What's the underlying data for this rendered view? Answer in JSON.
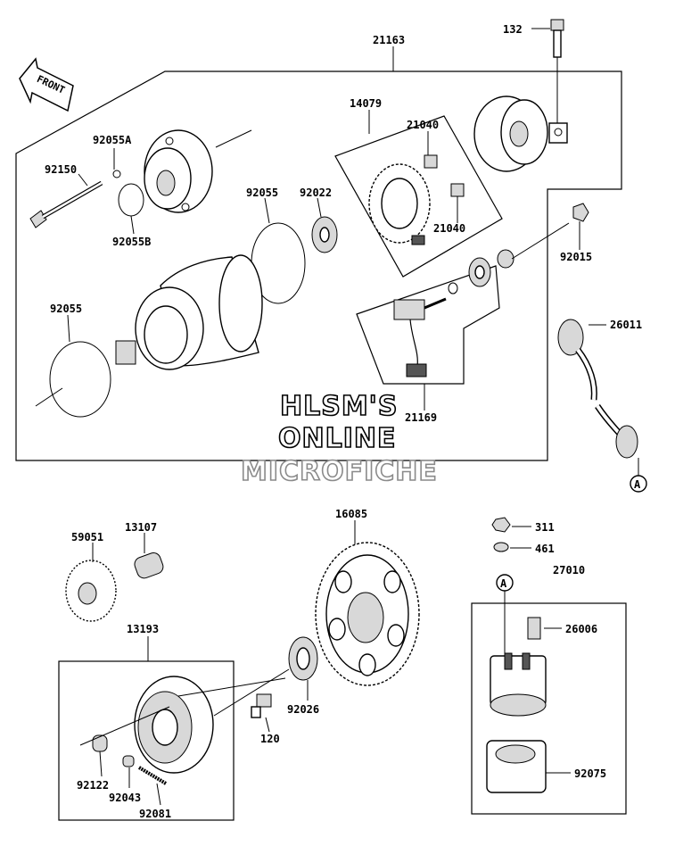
{
  "front_marker": {
    "text": "FRONT",
    "icon": "front-arrow-icon"
  },
  "watermark": {
    "line1": "HLSM'S",
    "line2": "ONLINE",
    "line3": "MICROFICHE"
  },
  "callout_refs": {
    "connector_a_1": "A",
    "connector_a_2": "A"
  },
  "parts": {
    "p132": "132",
    "p21163": "21163",
    "p14079": "14079",
    "p21040_top": "21040",
    "p21040_bottom": "21040",
    "p92055a": "92055A",
    "p92150": "92150",
    "p92055b": "92055B",
    "p92055_mid": "92055",
    "p92022": "92022",
    "p92015": "92015",
    "p92055_left": "92055",
    "p26011": "26011",
    "p21169": "21169",
    "p59051": "59051",
    "p13107": "13107",
    "p16085": "16085",
    "p311": "311",
    "p461": "461",
    "p27010": "27010",
    "p13193": "13193",
    "p26006": "26006",
    "p92026": "92026",
    "p120": "120",
    "p92122": "92122",
    "p92043": "92043",
    "p92081": "92081",
    "p92075": "92075"
  }
}
